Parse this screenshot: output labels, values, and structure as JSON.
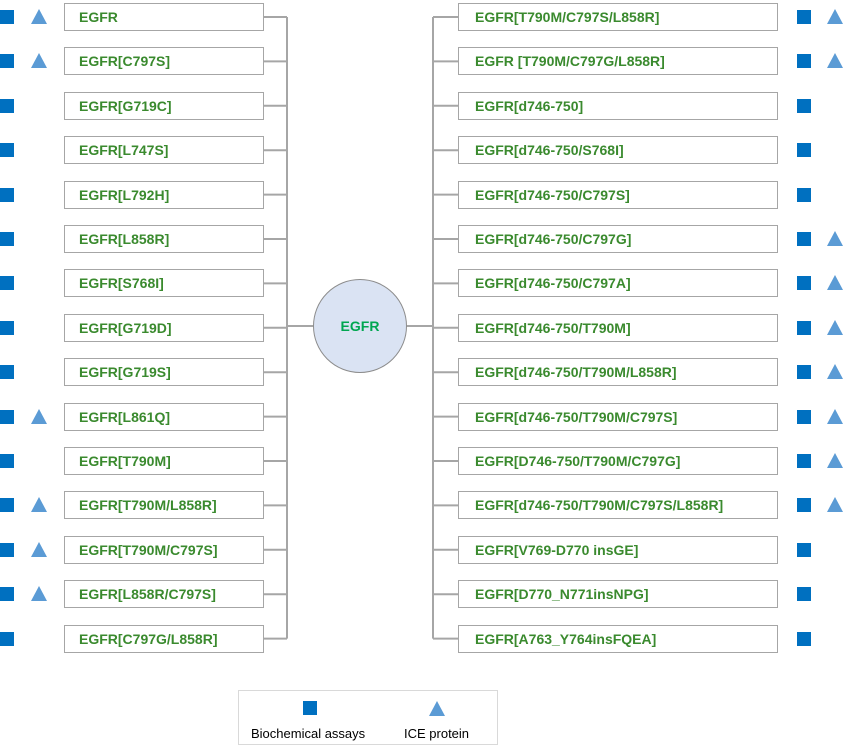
{
  "center_label": "EGFR",
  "left_items": [
    {
      "label": "EGFR",
      "biochemical": true,
      "ice": true
    },
    {
      "label": "EGFR[C797S]",
      "biochemical": true,
      "ice": true
    },
    {
      "label": "EGFR[G719C]",
      "biochemical": true,
      "ice": false
    },
    {
      "label": "EGFR[L747S]",
      "biochemical": true,
      "ice": false
    },
    {
      "label": "EGFR[L792H]",
      "biochemical": true,
      "ice": false
    },
    {
      "label": "EGFR[L858R]",
      "biochemical": true,
      "ice": false
    },
    {
      "label": "EGFR[S768I]",
      "biochemical": true,
      "ice": false
    },
    {
      "label": "EGFR[G719D]",
      "biochemical": true,
      "ice": false
    },
    {
      "label": "EGFR[G719S]",
      "biochemical": true,
      "ice": false
    },
    {
      "label": "EGFR[L861Q]",
      "biochemical": true,
      "ice": true
    },
    {
      "label": "EGFR[T790M]",
      "biochemical": true,
      "ice": false
    },
    {
      "label": "EGFR[T790M/L858R]",
      "biochemical": true,
      "ice": true
    },
    {
      "label": "EGFR[T790M/C797S]",
      "biochemical": true,
      "ice": true
    },
    {
      "label": "EGFR[L858R/C797S]",
      "biochemical": true,
      "ice": true
    },
    {
      "label": "EGFR[C797G/L858R]",
      "biochemical": true,
      "ice": false
    }
  ],
  "right_items": [
    {
      "label": "EGFR[T790M/C797S/L858R]",
      "biochemical": true,
      "ice": true
    },
    {
      "label": "EGFR [T790M/C797G/L858R]",
      "biochemical": true,
      "ice": true
    },
    {
      "label": "EGFR[d746-750]",
      "biochemical": true,
      "ice": false
    },
    {
      "label": "EGFR[d746-750/S768I]",
      "biochemical": true,
      "ice": false
    },
    {
      "label": "EGFR[d746-750/C797S]",
      "biochemical": true,
      "ice": false
    },
    {
      "label": "EGFR[d746-750/C797G]",
      "biochemical": true,
      "ice": true
    },
    {
      "label": "EGFR[d746-750/C797A]",
      "biochemical": true,
      "ice": true
    },
    {
      "label": "EGFR[d746-750/T790M]",
      "biochemical": true,
      "ice": true
    },
    {
      "label": "EGFR[d746-750/T790M/L858R]",
      "biochemical": true,
      "ice": true
    },
    {
      "label": "EGFR[d746-750/T790M/C797S]",
      "biochemical": true,
      "ice": true
    },
    {
      "label": "EGFR[D746-750/T790M/C797G]",
      "biochemical": true,
      "ice": true
    },
    {
      "label": "EGFR[d746-750/T790M/C797S/L858R]",
      "biochemical": true,
      "ice": true
    },
    {
      "label": "EGFR[V769-D770 insGE]",
      "biochemical": true,
      "ice": false
    },
    {
      "label": "EGFR[D770_N771insNPG]",
      "biochemical": true,
      "ice": false
    },
    {
      "label": "EGFR[A763_Y764insFQEA]",
      "biochemical": true,
      "ice": false
    }
  ],
  "legend": {
    "biochemical_label": "Biochemical assays",
    "ice_label": "ICE protein"
  },
  "colors": {
    "square": "#0070c0",
    "triangle": "#5b9bd5",
    "box_text": "#3a8a2e",
    "hub_fill": "#dae3f3",
    "hub_text": "#00a650",
    "connector": "#a6a6a6"
  }
}
